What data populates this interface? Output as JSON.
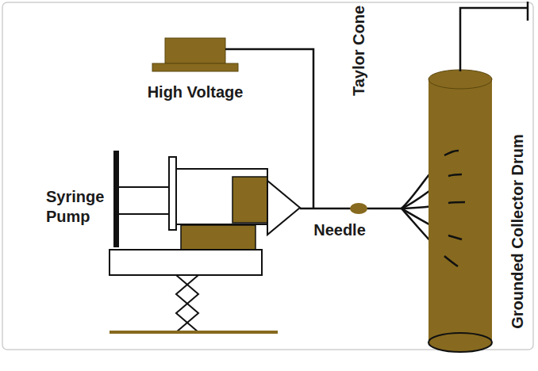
{
  "diagram": {
    "labels": [
      "High Voltage",
      "Syringe Pump",
      "Taylor Cone",
      "Needle",
      "Grounded Collector Drum"
    ]
  }
}
